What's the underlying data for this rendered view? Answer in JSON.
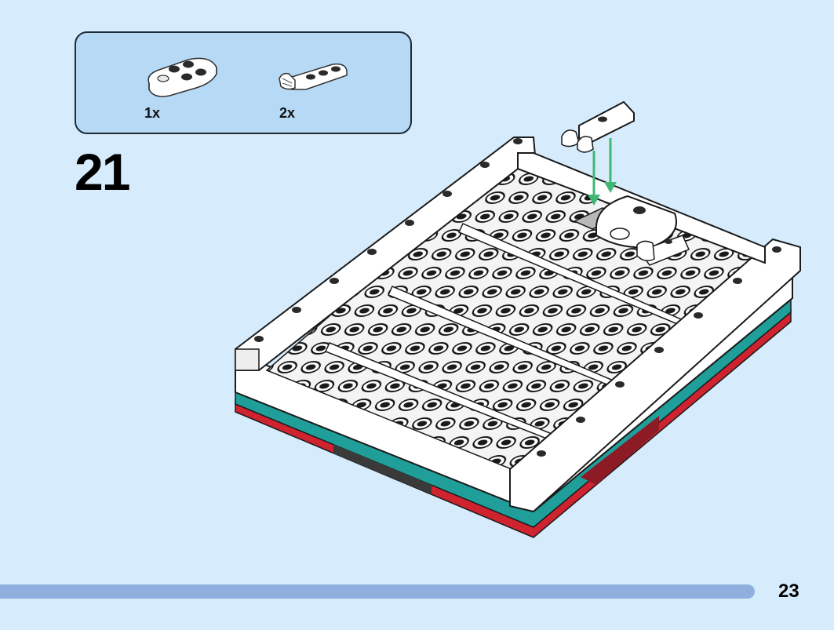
{
  "parts_list": {
    "items": [
      {
        "icon": "round-plate-2x3-white-icon",
        "quantity": "1x"
      },
      {
        "icon": "plate-with-clip-white-icon",
        "quantity": "2x"
      }
    ]
  },
  "step": {
    "number": "21"
  },
  "illustration": {
    "icon": "baseplate-assembly-icon",
    "arrow_color": "#3fb874"
  },
  "footer": {
    "page_number": "23",
    "progress_color": "#8fb0de"
  }
}
